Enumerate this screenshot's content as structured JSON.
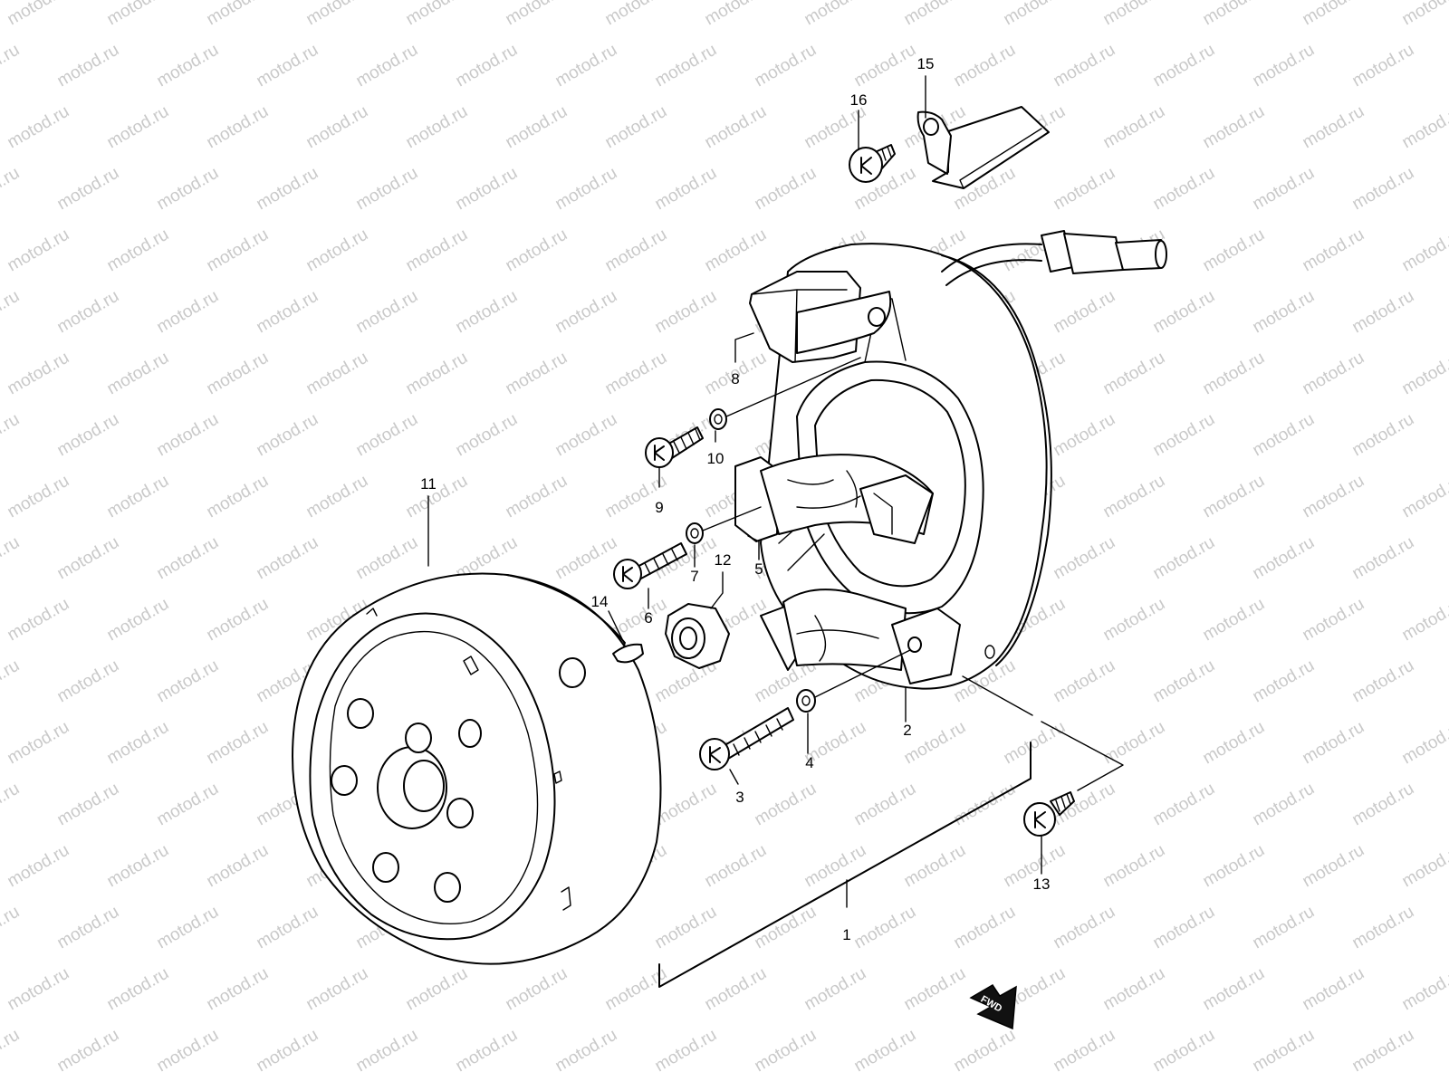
{
  "watermark": "motod.ru",
  "fwd_label": "FWD",
  "callouts": [
    {
      "id": "1",
      "label": "1"
    },
    {
      "id": "2",
      "label": "2"
    },
    {
      "id": "3",
      "label": "3"
    },
    {
      "id": "4",
      "label": "4"
    },
    {
      "id": "5",
      "label": "5"
    },
    {
      "id": "6",
      "label": "6"
    },
    {
      "id": "7",
      "label": "7"
    },
    {
      "id": "8",
      "label": "8"
    },
    {
      "id": "9",
      "label": "9"
    },
    {
      "id": "10",
      "label": "10"
    },
    {
      "id": "11",
      "label": "11"
    },
    {
      "id": "12",
      "label": "12"
    },
    {
      "id": "13",
      "label": "13"
    },
    {
      "id": "14",
      "label": "14"
    },
    {
      "id": "15",
      "label": "15"
    },
    {
      "id": "16",
      "label": "16"
    }
  ]
}
